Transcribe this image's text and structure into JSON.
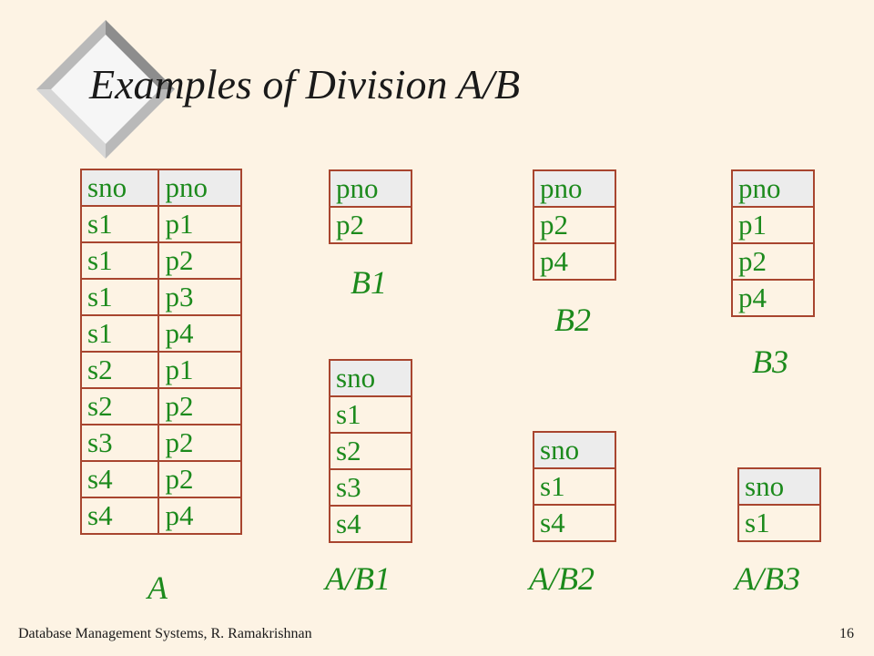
{
  "slide": {
    "title": "Examples of Division A/B",
    "footer_left": "Database Management Systems, R. Ramakrishnan",
    "page_number": "16"
  },
  "tables": {
    "A": {
      "label": "A",
      "header": [
        "sno",
        "pno"
      ],
      "rows": [
        [
          "s1",
          "p1"
        ],
        [
          "s1",
          "p2"
        ],
        [
          "s1",
          "p3"
        ],
        [
          "s1",
          "p4"
        ],
        [
          "s2",
          "p1"
        ],
        [
          "s2",
          "p2"
        ],
        [
          "s3",
          "p2"
        ],
        [
          "s4",
          "p2"
        ],
        [
          "s4",
          "p4"
        ]
      ]
    },
    "B1": {
      "label": "B1",
      "header": [
        "pno"
      ],
      "rows": [
        [
          "p2"
        ]
      ]
    },
    "B2": {
      "label": "B2",
      "header": [
        "pno"
      ],
      "rows": [
        [
          "p2"
        ],
        [
          "p4"
        ]
      ]
    },
    "B3": {
      "label": "B3",
      "header": [
        "pno"
      ],
      "rows": [
        [
          "p1"
        ],
        [
          "p2"
        ],
        [
          "p4"
        ]
      ]
    },
    "AB1": {
      "label": "A/B1",
      "header": [
        "sno"
      ],
      "rows": [
        [
          "s1"
        ],
        [
          "s2"
        ],
        [
          "s3"
        ],
        [
          "s4"
        ]
      ]
    },
    "AB2": {
      "label": "A/B2",
      "header": [
        "sno"
      ],
      "rows": [
        [
          "s1"
        ],
        [
          "s4"
        ]
      ]
    },
    "AB3": {
      "label": "A/B3",
      "header": [
        "sno"
      ],
      "rows": [
        [
          "s1"
        ]
      ]
    }
  },
  "colors": {
    "background": "#fdf3e4",
    "cell_text": "#1c8a1c",
    "cell_border": "#a8452f",
    "header_fill": "#ececec"
  }
}
